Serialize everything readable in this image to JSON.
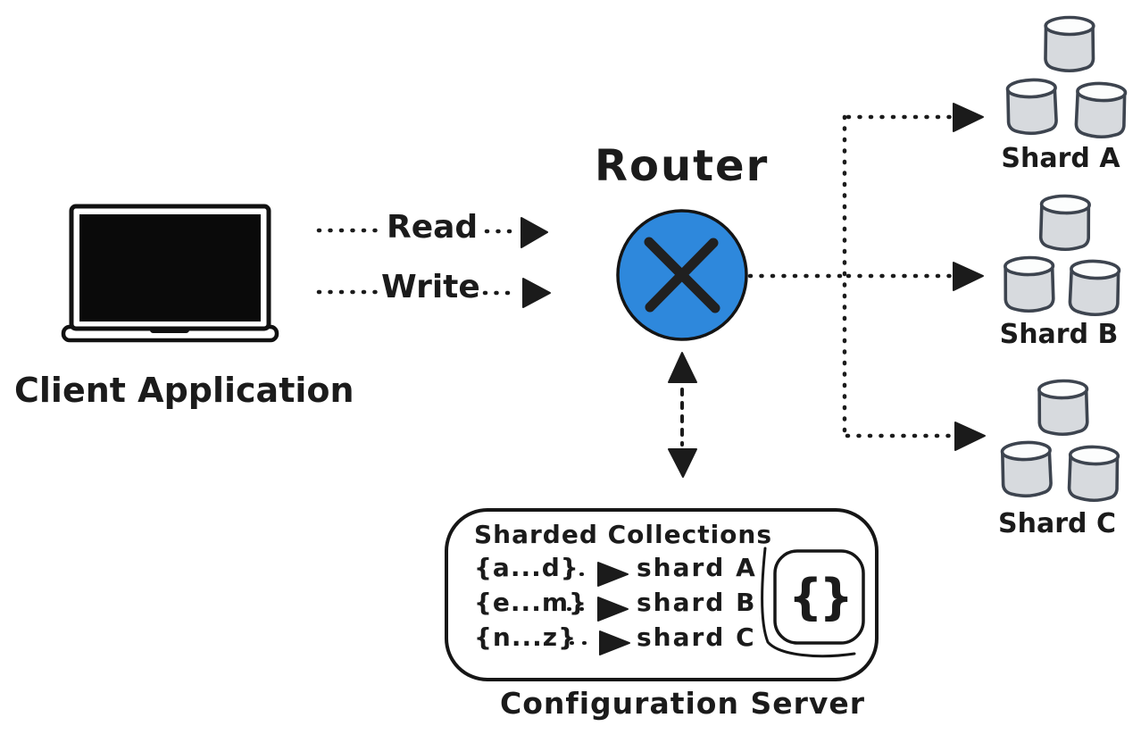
{
  "diagram": {
    "client": {
      "label": "Client Application"
    },
    "flows": [
      {
        "label": "Read"
      },
      {
        "label": "Write"
      }
    ],
    "router": {
      "label": "Router"
    },
    "shards": [
      {
        "label": "Shard A"
      },
      {
        "label": "Shard B"
      },
      {
        "label": "Shard C"
      }
    ],
    "config_server": {
      "title": "Sharded Collections",
      "caption": "Configuration Server",
      "icon_glyph": "{}",
      "mappings": [
        {
          "range": "{a...d}",
          "target": "shard A"
        },
        {
          "range": "{e...m}",
          "target": "shard B"
        },
        {
          "range": "{n...z}",
          "target": "shard C"
        }
      ]
    },
    "colors": {
      "accent": "#2e88dc",
      "ink": "#1b1b1b",
      "db_fill": "#d7dade",
      "db_stroke": "#3d444f"
    }
  }
}
